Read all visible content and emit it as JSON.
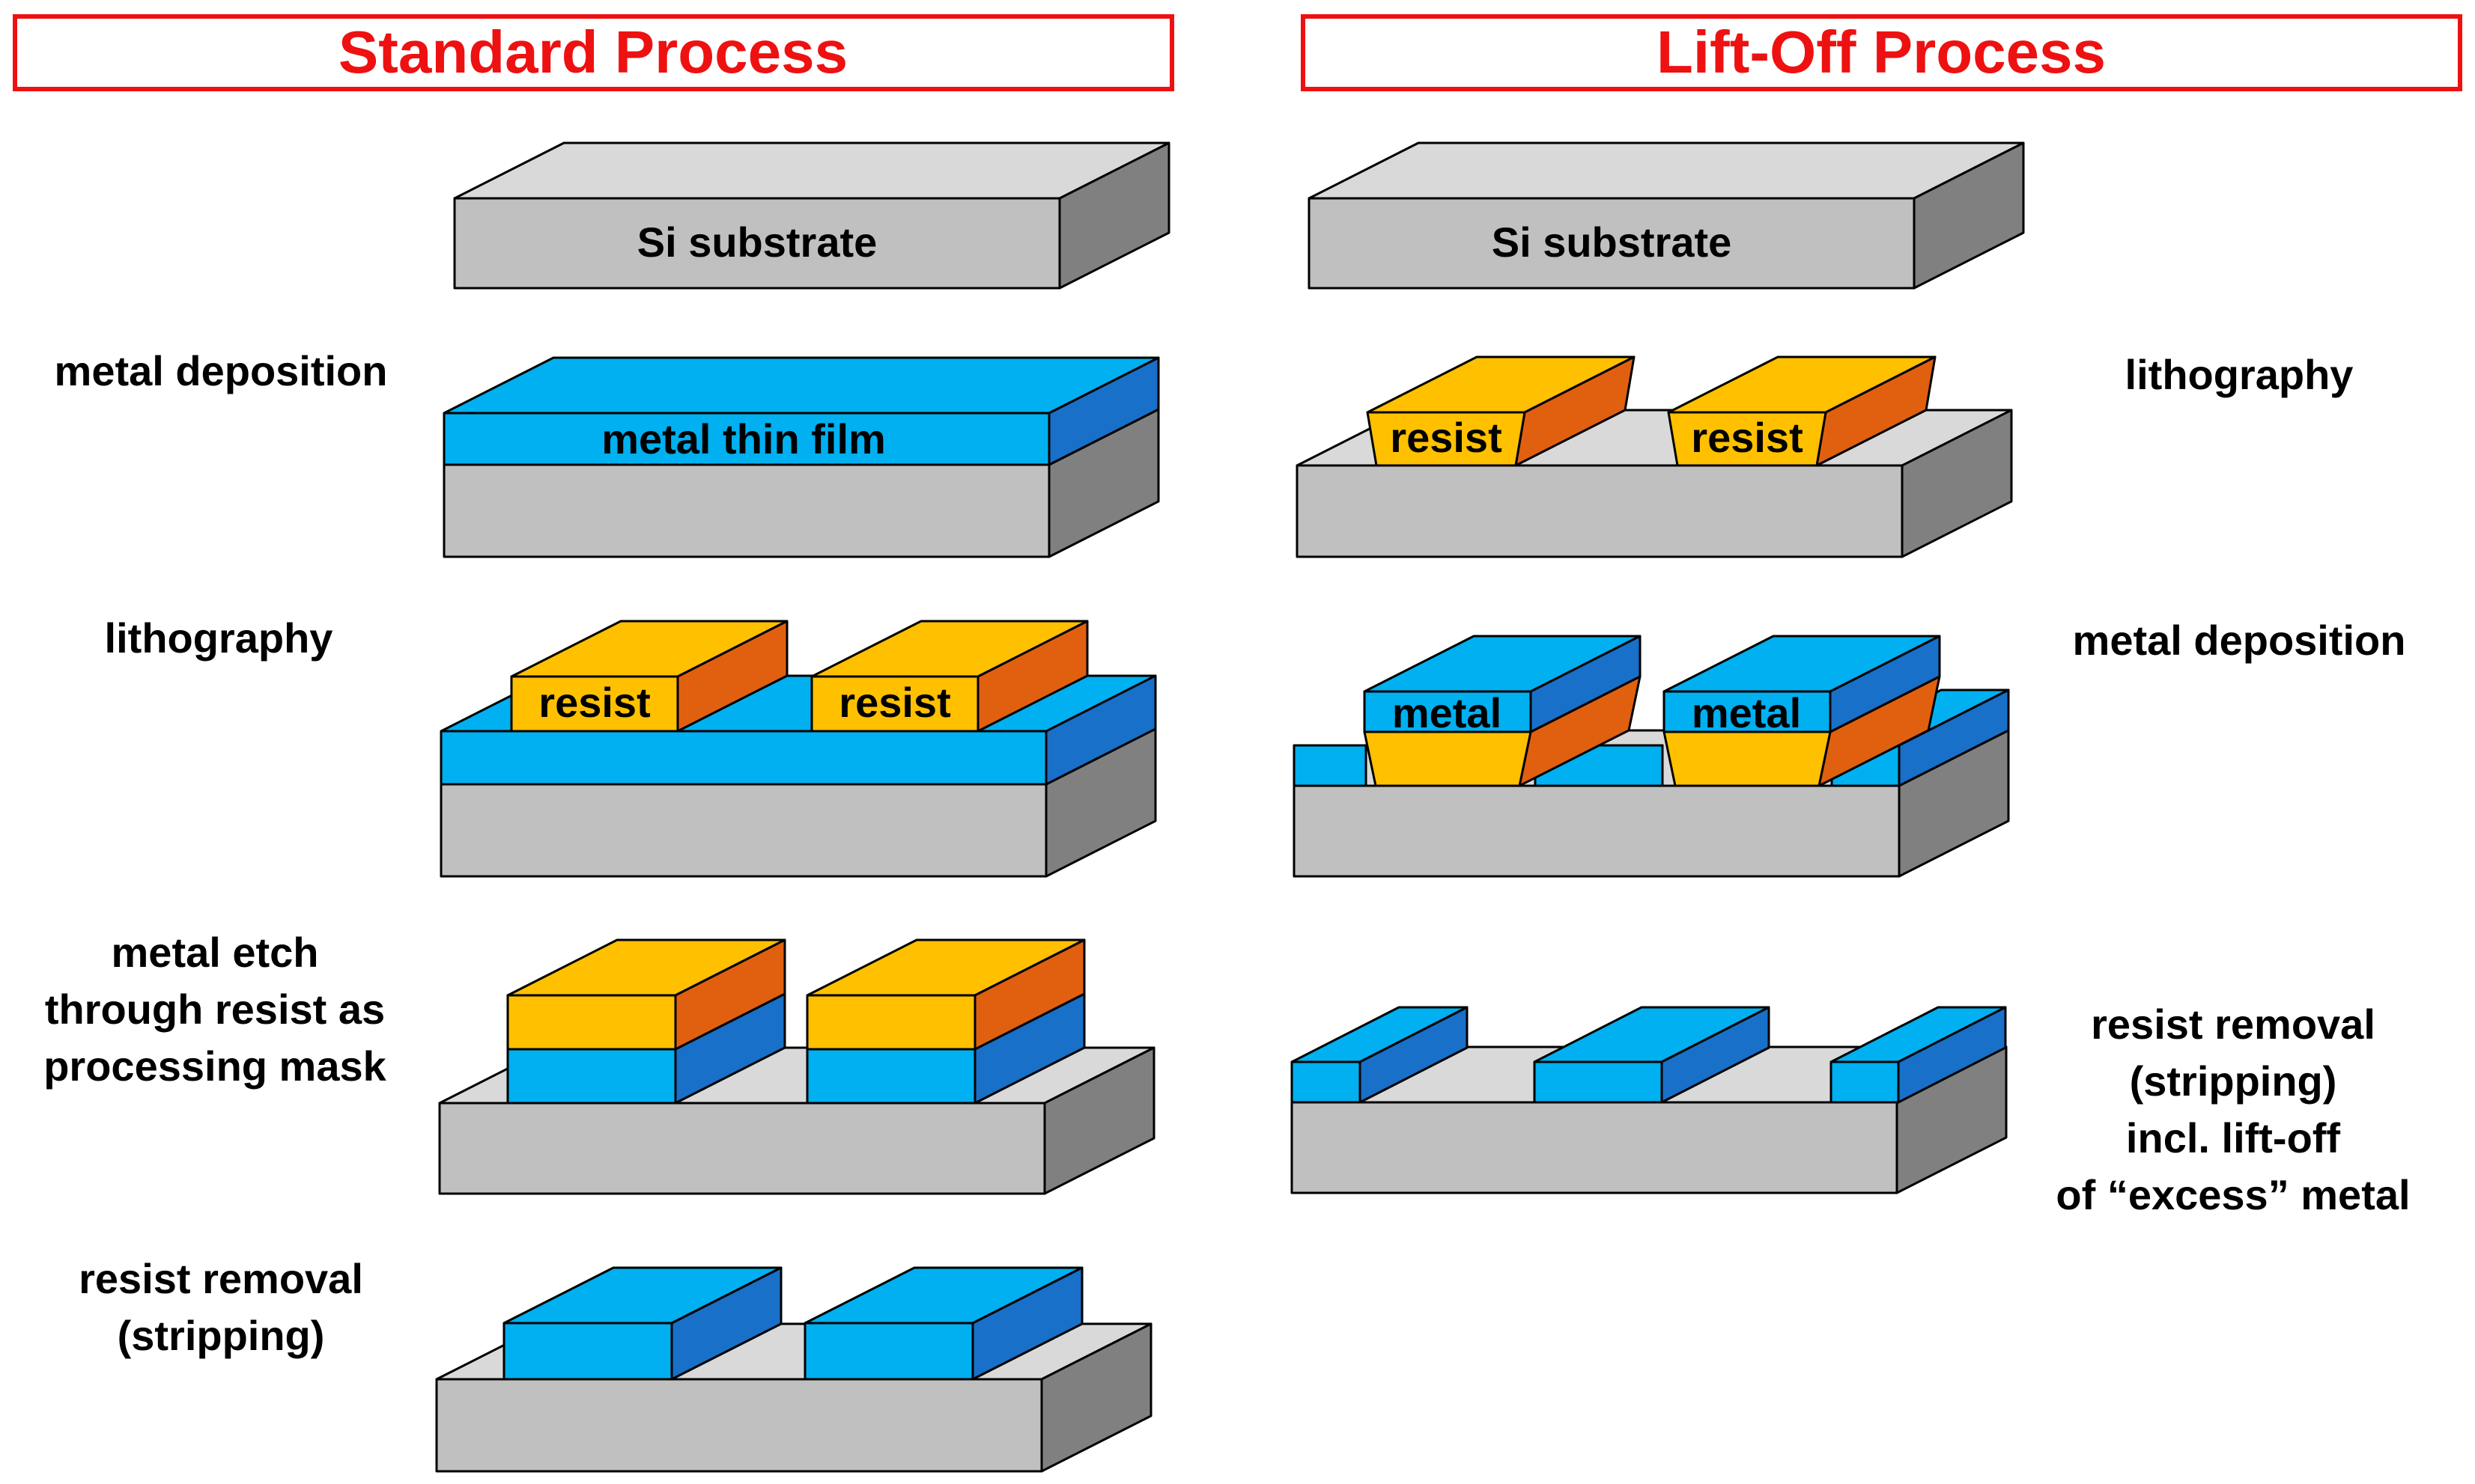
{
  "headers": {
    "standard": "Standard Process",
    "liftoff": "Lift-Off Process"
  },
  "standard_steps": {
    "metal_deposition": "metal deposition",
    "lithography": "lithography",
    "etch_line1": "metal etch",
    "etch_line2": "through resist as",
    "etch_line3": "processing mask",
    "removal_line1": "resist removal",
    "removal_line2": "(stripping)"
  },
  "liftoff_steps": {
    "lithography": "lithography",
    "metal_deposition": "metal deposition",
    "removal_line1": "resist removal",
    "removal_line2": "(stripping)",
    "removal_line3": "incl. lift-off",
    "removal_line4": "of “excess” metal"
  },
  "block_labels": {
    "substrate": "Si substrate",
    "metal_film": "metal thin film",
    "resist": "resist",
    "metal": "metal"
  },
  "colors": {
    "header_red": "#ee1111",
    "substrate_front": "#c0c0c0",
    "substrate_top": "#d9d9d9",
    "substrate_side": "#808080",
    "metal_front": "#00b0f0",
    "metal_top": "#00b0f0",
    "metal_side": "#1870c8",
    "resist_front": "#ffc000",
    "resist_top": "#ffc000",
    "resist_side": "#e06010"
  }
}
